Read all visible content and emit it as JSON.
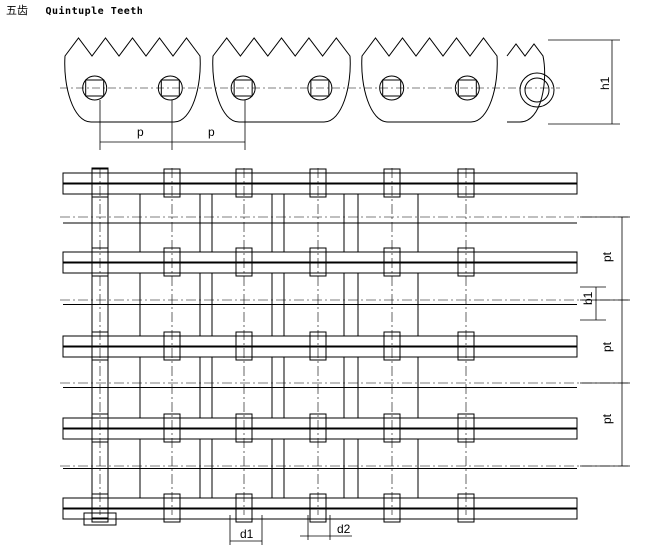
{
  "title": {
    "chinese": "五齿",
    "english": "Quintuple Teeth"
  },
  "labels": {
    "pitch_left": "p",
    "pitch_right": "p",
    "height": "h1",
    "strand_pitch_1": "pt",
    "strand_pitch_2": "pt",
    "strand_pitch_3": "pt",
    "inner_width": "b1",
    "roller_diameter": "d1",
    "pin_diameter": "d2"
  },
  "chain": {
    "strands": 5,
    "teeth_per_plate": 5,
    "links": 4
  }
}
